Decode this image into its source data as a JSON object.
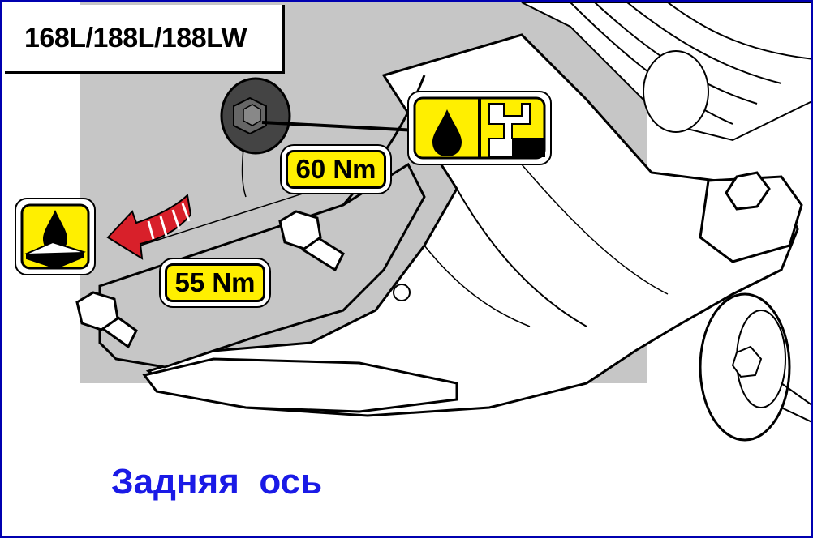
{
  "model_label": "168L/188L/188LW",
  "torque_labels": {
    "drain_plug": "60 Nm",
    "mount_bolt": "55 Nm"
  },
  "caption": "Задняя  ось",
  "icons": {
    "fill_oil_icon": "oil-drop-fill-icon",
    "drain_oil_icon": "oil-drop-drain-icon",
    "direction_arrow": "rotation-arrow-icon"
  },
  "colors": {
    "frame_border": "#0000b0",
    "caption_color": "#1a1ae6",
    "label_yellow": "#ffef00",
    "arrow_red": "#d8202a",
    "housing_gray": "#c8c8c8"
  }
}
